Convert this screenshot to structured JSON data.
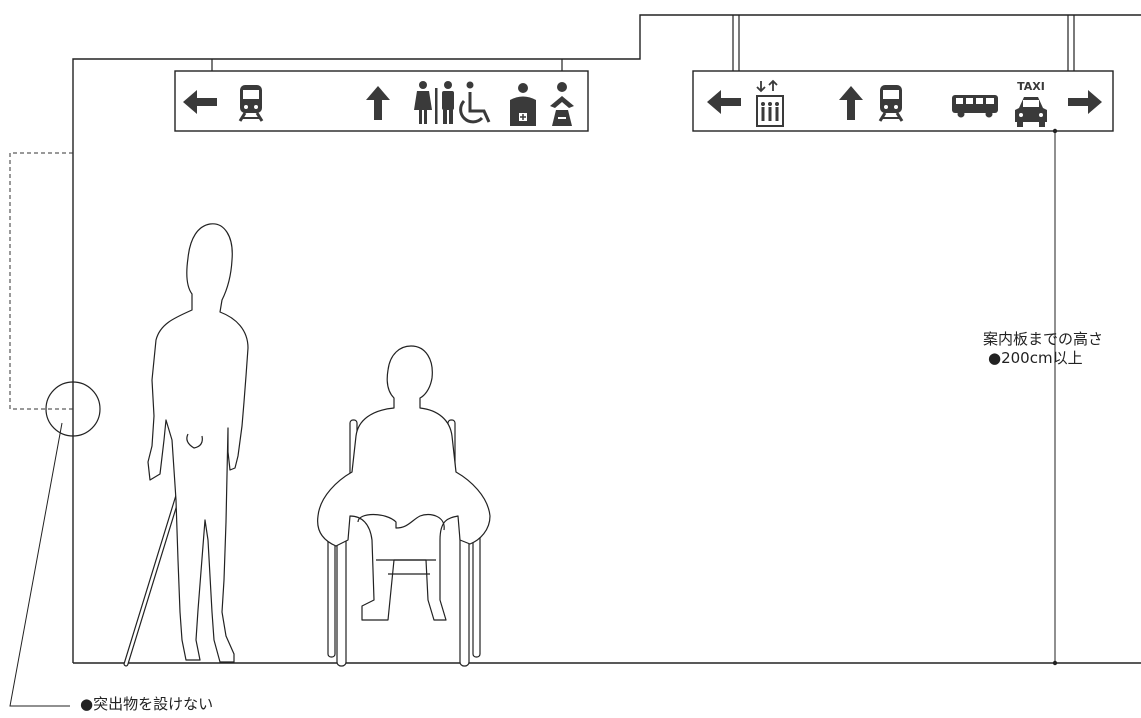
{
  "annotations": {
    "sign_height_title": "案内板までの高さ",
    "sign_height_value": "●200cm以上",
    "no_protrusion": "●突出物を設けない"
  },
  "signs": {
    "left": {
      "items": [
        "arrow-left",
        "train",
        "arrow-up",
        "restrooms",
        "wheelchair",
        "ostomate",
        "baby-care"
      ]
    },
    "right": {
      "items": [
        "arrow-left",
        "elevator",
        "arrow-up",
        "train",
        "bus",
        "taxi",
        "arrow-right"
      ],
      "taxi_text": "TAXI"
    }
  },
  "colors": {
    "line": "#222222",
    "icon": "#3a3a3a",
    "sign_fill": "#ffffff",
    "background": "#ffffff"
  }
}
